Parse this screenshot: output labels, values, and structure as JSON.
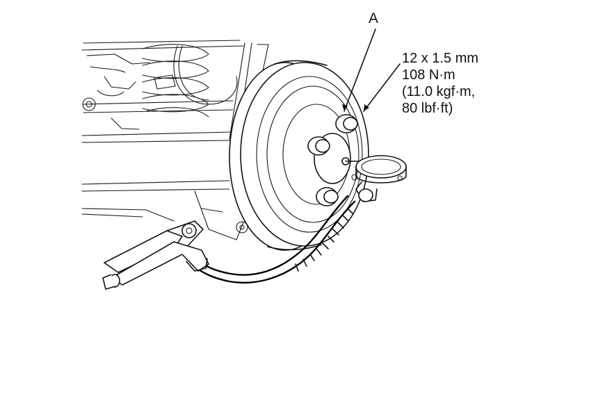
{
  "diagram": {
    "callout": {
      "letter": "A"
    },
    "torque_spec": {
      "lines": [
        "12 x 1.5 mm",
        "108 N·m",
        "(11.0 kgf·m,",
        "80 lbf·ft)"
      ]
    },
    "colors": {
      "ink": "#111111",
      "background": "#ffffff"
    },
    "icons": [
      "brake-drum-icon",
      "wheel-nut-icon",
      "pressure-gauge-icon",
      "locking-pliers-icon",
      "brake-hose-icon"
    ]
  }
}
